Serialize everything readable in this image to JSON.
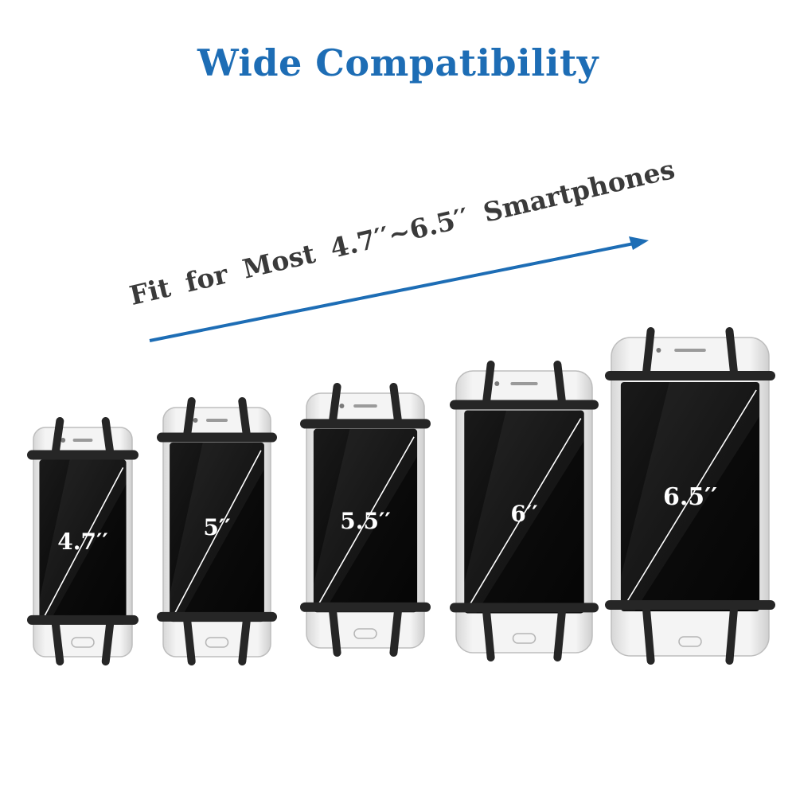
{
  "header": {
    "title": "Wide Compatibility",
    "subtitle": "Fit for Most 4.7′′~6.5′′ Smartphones"
  },
  "colors": {
    "title": "#1d6db5",
    "arrow": "#1d6db5",
    "caption": "#3a3a3a",
    "strap": "#262626",
    "phone_body": "#e9e9e9",
    "screen": "#0d0d0d"
  },
  "phones": [
    {
      "size_label": "4.7′′"
    },
    {
      "size_label": "5′′"
    },
    {
      "size_label": "5.5′′"
    },
    {
      "size_label": "6′′"
    },
    {
      "size_label": "6.5′′"
    }
  ]
}
